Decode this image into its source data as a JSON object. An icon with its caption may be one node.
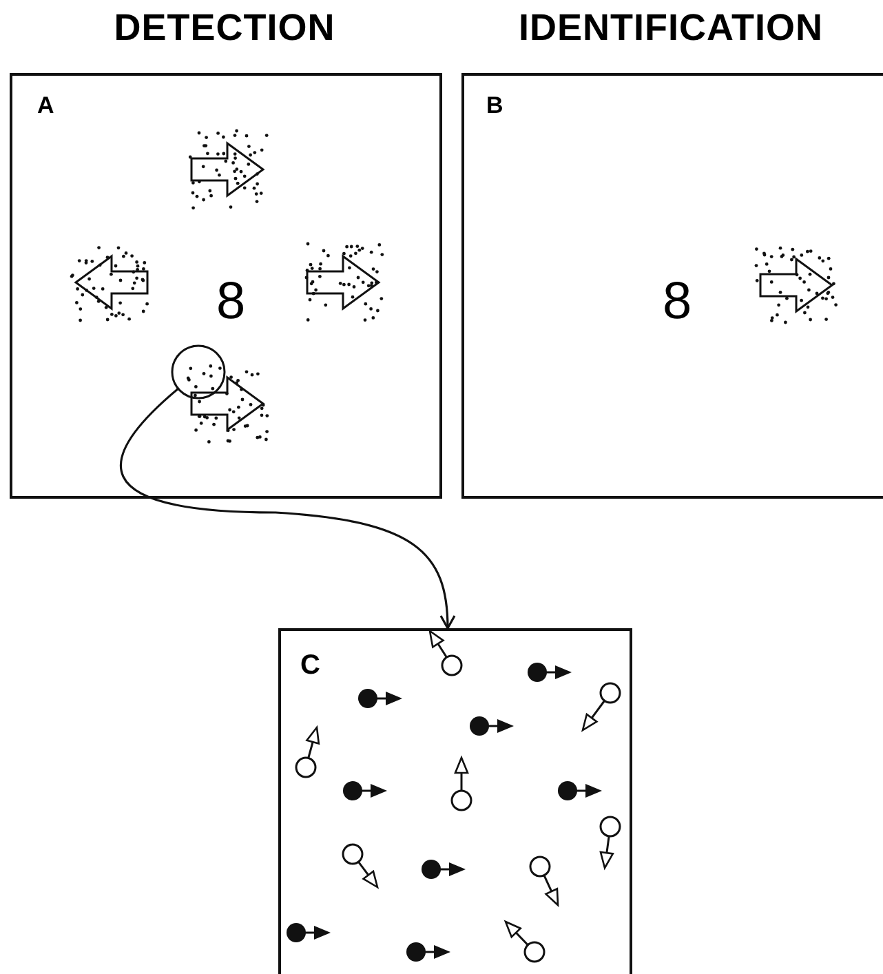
{
  "diagram": {
    "nodes": [
      {
        "text": [
          "DETECTION",
          "A",
          "8"
        ]
      },
      {
        "text": [
          "IDENTIFICATION",
          "B",
          "8"
        ]
      },
      {
        "text": [],
        "shape": "circle",
        "in": 0
      },
      {
        "text": [
          "C"
        ]
      }
    ],
    "edges": [
      {
        "from": 2,
        "to": 3,
        "arrow": "to"
      }
    ]
  }
}
